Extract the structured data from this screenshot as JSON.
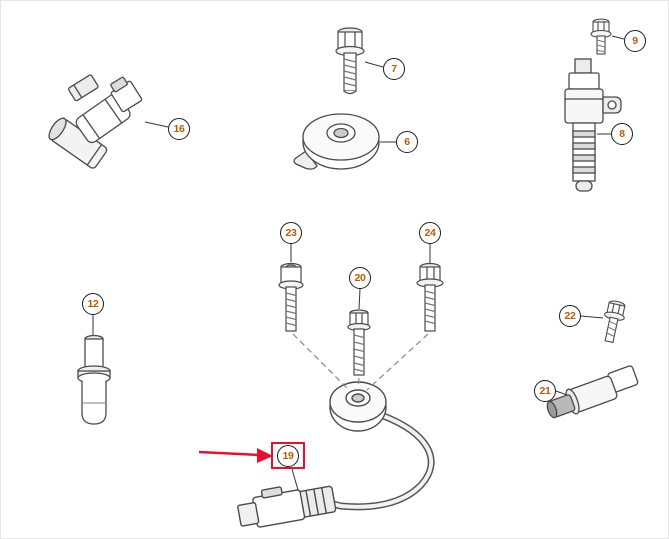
{
  "diagram": {
    "type": "exploded-parts-diagram",
    "background_color": "#ffffff",
    "callout_text_color": "#c05a00",
    "callout_border_color": "#1c1c1c",
    "highlight_color": "#e8112d",
    "highlighted_callout": "19",
    "callouts": [
      {
        "label": "16",
        "highlighted": false
      },
      {
        "label": "7",
        "highlighted": false
      },
      {
        "label": "6",
        "highlighted": false
      },
      {
        "label": "9",
        "highlighted": false
      },
      {
        "label": "8",
        "highlighted": false
      },
      {
        "label": "23",
        "highlighted": false
      },
      {
        "label": "20",
        "highlighted": false
      },
      {
        "label": "24",
        "highlighted": false
      },
      {
        "label": "12",
        "highlighted": false
      },
      {
        "label": "22",
        "highlighted": false
      },
      {
        "label": "21",
        "highlighted": false
      },
      {
        "label": "19",
        "highlighted": true
      }
    ]
  }
}
